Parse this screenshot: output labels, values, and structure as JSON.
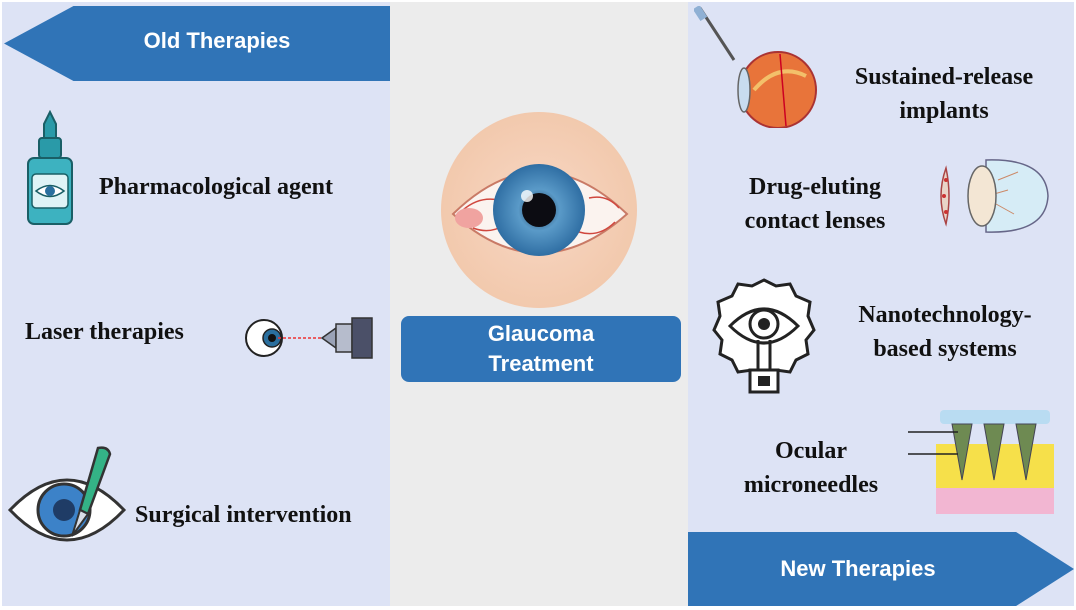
{
  "old_therapies": {
    "title": "Old Therapies",
    "items": [
      {
        "label": "Pharmacological agent",
        "icon": "eye-drops-bottle-icon"
      },
      {
        "label": "Laser therapies",
        "icon": "laser-eye-icon"
      },
      {
        "label": "Surgical intervention",
        "icon": "eye-scalpel-icon"
      }
    ]
  },
  "center": {
    "label_line1": "Glaucoma",
    "label_line2": "Treatment",
    "icon": "glaucoma-eye-icon"
  },
  "new_therapies": {
    "title": "New Therapies",
    "items": [
      {
        "line1": "Sustained-release",
        "line2": "implants",
        "icon": "eyeball-implant-icon"
      },
      {
        "line1": "Drug-eluting",
        "line2": "contact lenses",
        "icon": "contact-lens-eye-icon"
      },
      {
        "line1": "Nanotechnology-",
        "line2": "based systems",
        "icon": "nanotech-eye-icon"
      },
      {
        "line1": "Ocular",
        "line2": "microneedles",
        "icon": "microneedles-icon"
      }
    ]
  },
  "colors": {
    "accent_blue": "#3074b7",
    "side_panel": "#dde3f5",
    "center_panel": "#ececec"
  }
}
